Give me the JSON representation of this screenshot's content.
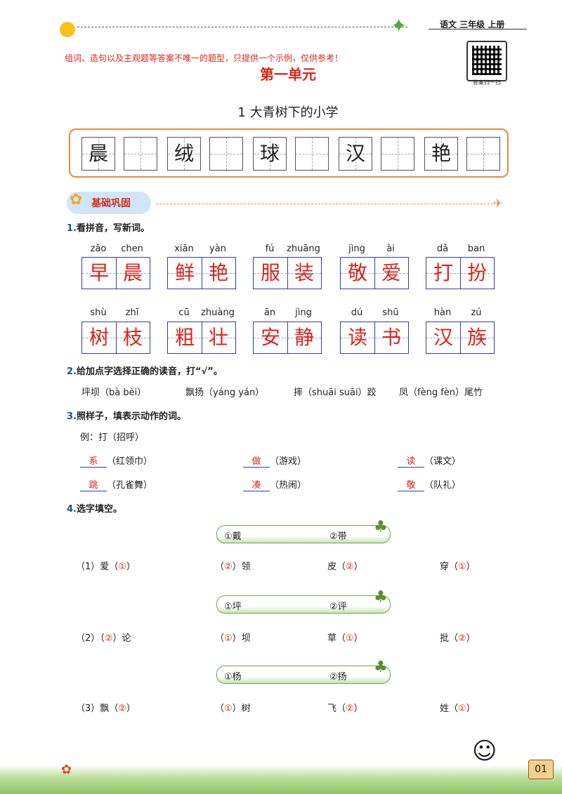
{
  "header": {
    "book_label": "语文 三年级 上册",
    "notice": "组词、造句以及主观题等答案不唯一的题型，只提供一个示例，仅供参考！",
    "unit_title": "第一单元",
    "qr_caption": "答案扫一扫",
    "lesson_title": "1   大青树下的小学"
  },
  "new_chars": [
    "晨",
    "绒",
    "球",
    "汉",
    "艳"
  ],
  "section": {
    "title": "基础巩固"
  },
  "q1": {
    "num": "1.",
    "text": "看拼音，写新词。",
    "words": [
      {
        "py1": "zǎo",
        "py2": "chen",
        "c1": "早",
        "c2": "晨"
      },
      {
        "py1": "xiān",
        "py2": "yàn",
        "c1": "鲜",
        "c2": "艳"
      },
      {
        "py1": "fú",
        "py2": "zhuāng",
        "c1": "服",
        "c2": "装"
      },
      {
        "py1": "jìng",
        "py2": "ài",
        "c1": "敬",
        "c2": "爱"
      },
      {
        "py1": "dǎ",
        "py2": "ban",
        "c1": "打",
        "c2": "扮"
      },
      {
        "py1": "shù",
        "py2": "zhī",
        "c1": "树",
        "c2": "枝"
      },
      {
        "py1": "cū",
        "py2": "zhuàng",
        "c1": "粗",
        "c2": "壮"
      },
      {
        "py1": "ān",
        "py2": "jìng",
        "c1": "安",
        "c2": "静"
      },
      {
        "py1": "dú",
        "py2": "shū",
        "c1": "读",
        "c2": "书"
      },
      {
        "py1": "hàn",
        "py2": "zú",
        "c1": "汉",
        "c2": "族"
      }
    ]
  },
  "q2": {
    "num": "2.",
    "text": "给加点字选择正确的读音，打“√”。",
    "items": [
      "坪坝（bà bèi）",
      "飘扬（yáng yán）",
      "摔（shuāi suāi）跤",
      "凤（fèng fèn）尾竹"
    ]
  },
  "q3": {
    "num": "3.",
    "text": "照样子，填表示动作的词。",
    "example": "例：打（招呼）",
    "rows": [
      [
        {
          "ans": "系",
          "tail": "（红领巾）"
        },
        {
          "ans": "做",
          "tail": "（游戏）"
        },
        {
          "ans": "读",
          "tail": "（课文）"
        }
      ],
      [
        {
          "ans": "跳",
          "tail": "（孔雀舞）"
        },
        {
          "ans": "凑",
          "tail": "（热闹）"
        },
        {
          "ans": "敬",
          "tail": "（队礼）"
        }
      ]
    ]
  },
  "q4": {
    "num": "4.",
    "text": "选字填空。",
    "groups": [
      {
        "opt1": "①戴",
        "opt2": "②带",
        "items": [
          {
            "pre": "（1）爱（",
            "ans": "①",
            "post": "）"
          },
          {
            "pre": "（",
            "ans": "②",
            "post": "）领"
          },
          {
            "pre": "皮（",
            "ans": "②",
            "post": "）"
          },
          {
            "pre": "穿（",
            "ans": "①",
            "post": "）"
          }
        ]
      },
      {
        "opt1": "①坪",
        "opt2": "②评",
        "items": [
          {
            "pre": "（2）（",
            "ans": "②",
            "post": "）论"
          },
          {
            "pre": "（",
            "ans": "①",
            "post": "）坝"
          },
          {
            "pre": "草（",
            "ans": "①",
            "post": "）"
          },
          {
            "pre": "批（",
            "ans": "②",
            "post": "）"
          }
        ]
      },
      {
        "opt1": "①杨",
        "opt2": "②扬",
        "items": [
          {
            "pre": "（3）飘（",
            "ans": "②",
            "post": "）"
          },
          {
            "pre": "（",
            "ans": "①",
            "post": "）树"
          },
          {
            "pre": "飞（",
            "ans": "②",
            "post": "）"
          },
          {
            "pre": "姓（",
            "ans": "①",
            "post": "）"
          }
        ]
      }
    ]
  },
  "footer": {
    "page_number": "01"
  },
  "colors": {
    "answer": "#d8261c",
    "accent": "#e98a3c",
    "grid": "#2e3fa8"
  }
}
